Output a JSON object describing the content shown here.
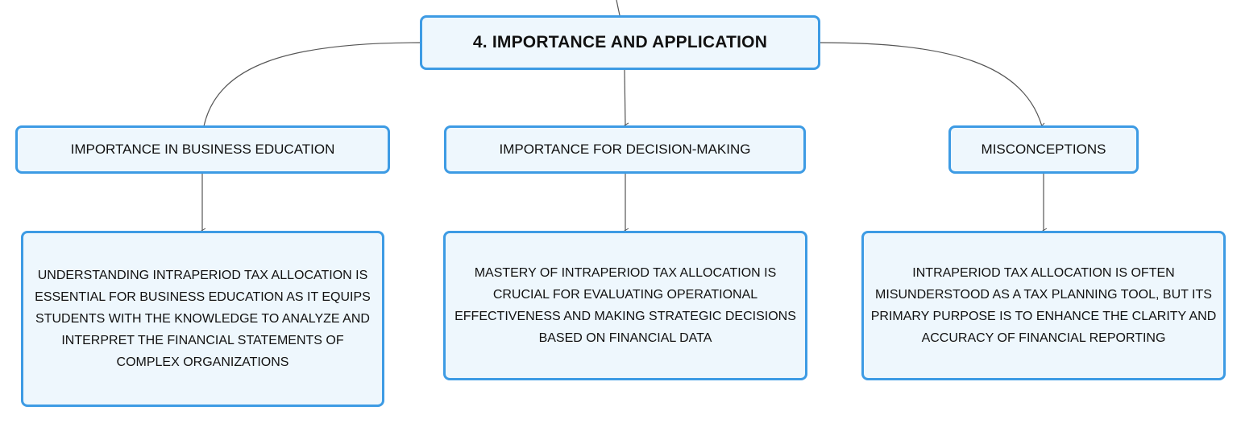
{
  "root": {
    "title": "4. IMPORTANCE AND APPLICATION"
  },
  "branches": [
    {
      "label": "IMPORTANCE IN BUSINESS EDUCATION",
      "detail": "UNDERSTANDING INTRAPERIOD TAX ALLOCATION IS ESSENTIAL FOR BUSINESS EDUCATION AS IT EQUIPS STUDENTS WITH THE KNOWLEDGE TO ANALYZE AND INTERPRET THE FINANCIAL STATEMENTS OF COMPLEX ORGANIZATIONS"
    },
    {
      "label": "IMPORTANCE FOR DECISION-MAKING",
      "detail": "MASTERY OF INTRAPERIOD TAX ALLOCATION IS CRUCIAL FOR EVALUATING OPERATIONAL EFFECTIVENESS AND MAKING STRATEGIC DECISIONS BASED ON FINANCIAL DATA"
    },
    {
      "label": "MISCONCEPTIONS",
      "detail": "INTRAPERIOD TAX ALLOCATION IS OFTEN MISUNDERSTOOD AS A TAX PLANNING TOOL, BUT ITS PRIMARY PURPOSE IS TO ENHANCE THE CLARITY AND ACCURACY OF FINANCIAL REPORTING"
    }
  ],
  "colors": {
    "node_fill": "#eef7fd",
    "node_border": "#3d9be4",
    "connector": "#555555"
  }
}
